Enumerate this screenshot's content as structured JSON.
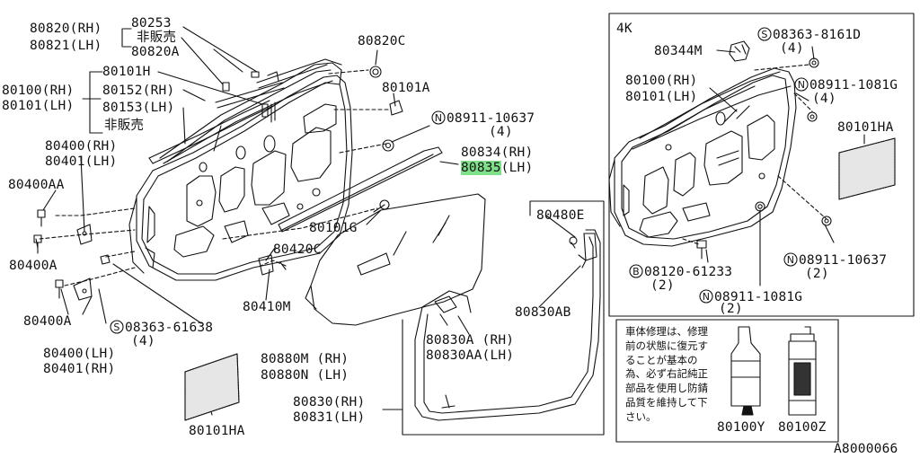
{
  "diagram_code": "A8000066",
  "inset_variant": "4K",
  "repair_note": "車体修理は、修理前の状態に復元することが基本の為、必ず右記純正部品を使用し防錆品質を維持して下さい。",
  "labels": {
    "p80820_rh": "80820(RH)",
    "p80821_lh": "80821(LH)",
    "p80253": "80253",
    "not_for_sale_1": "非販売",
    "p80820a": "80820A",
    "p80820c": "80820C",
    "p80101h": "80101H",
    "p80100_rh": "80100(RH)",
    "p80101_lh": "80101(LH)",
    "p80152_rh": "80152(RH)",
    "p80153_lh": "80153(LH)",
    "not_for_sale_2": "非販売",
    "p80101a": "80101A",
    "n08911_10637": "08911-10637",
    "qty4_a": "(4)",
    "p80834_rh": "80834(RH)",
    "p80835_code": "80835",
    "p80835_side": "(LH)",
    "p80400_rh": "80400(RH)",
    "p80401_lh": "80401(LH)",
    "p80400aa": "80400AA",
    "p80400a_1": "80400A",
    "p80101g": "80101G",
    "p80420c": "80420C",
    "p80410m": "80410M",
    "p80400a_2": "80400A",
    "s08363_61638": "08363-61638",
    "qty4_b": "(4)",
    "p80400_lh": "80400(LH)",
    "p80401_rh": "80401(RH)",
    "p80880m_rh": "80880M (RH)",
    "p80880n_lh": "80880N (LH)",
    "p80101ha_main": "80101HA",
    "p80480e": "80480E",
    "p80830ab": "80830AB",
    "p80830a_rh": "80830A (RH)",
    "p80830aa_lh": "80830AA(LH)",
    "p80830_rh": "80830(RH)",
    "p80831_lh": "80831(LH)",
    "k_80344m": "80344M",
    "k_s08363_8161d": "08363-8161D",
    "k_qty4_a": "(4)",
    "k_n08911_1081g": "08911-1081G",
    "k_qty4_b": "(4)",
    "k_80100_rh": "80100(RH)",
    "k_80101_lh": "80101(LH)",
    "k_80101ha": "80101HA",
    "k_b08120_61233": "08120-61233",
    "k_qty2_a": "(2)",
    "k_n08911_10637": "08911-10637",
    "k_qty2_b": "(2)",
    "k_n08911_1081g_2": "08911-1081G",
    "k_qty2_c": "(2)",
    "p80100y": "80100Y",
    "p80100z": "80100Z"
  },
  "prefix_symbols": {
    "N": "N",
    "S": "S",
    "B": "B"
  }
}
